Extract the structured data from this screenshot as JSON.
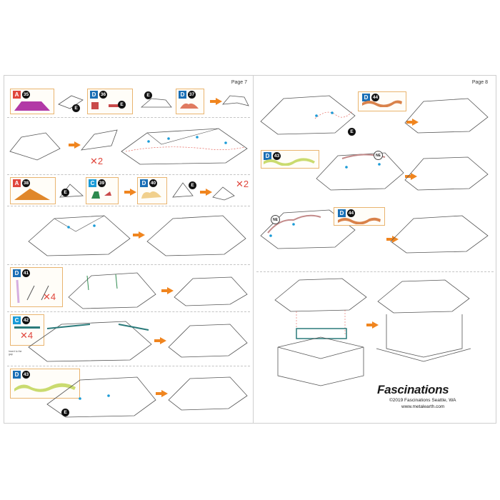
{
  "left_page": {
    "page_label": "Page 7",
    "steps": [
      {
        "parts": [
          {
            "letter": "A",
            "num": "35",
            "color": "#b239a6"
          },
          {
            "letter": "D",
            "num": "36"
          },
          {
            "letter": "D",
            "num": "37"
          }
        ],
        "labels": [
          "E",
          "E",
          "E"
        ]
      },
      {
        "multiplier": "✕2"
      },
      {
        "parts": [
          {
            "letter": "A",
            "num": "38"
          },
          {
            "letter": "C",
            "num": "39"
          },
          {
            "letter": "D",
            "num": "40"
          }
        ],
        "labels": [
          "E",
          "E"
        ],
        "multiplier": "✕2"
      },
      {},
      {
        "parts": [
          {
            "letter": "D",
            "num": "41"
          }
        ],
        "multiplier": "✕4"
      },
      {
        "parts": [
          {
            "letter": "C",
            "num": "42"
          }
        ],
        "multiplier": "✕4",
        "note": "Insert to the gap"
      },
      {
        "parts": [
          {
            "letter": "D",
            "num": "43"
          }
        ],
        "labels": [
          "E"
        ]
      }
    ]
  },
  "right_page": {
    "page_label": "Page 8",
    "steps": [
      {
        "parts": [
          {
            "letter": "D",
            "num": "44"
          }
        ],
        "labels": [
          "E"
        ]
      },
      {
        "parts": [
          {
            "letter": "D",
            "num": "43"
          }
        ],
        "labels": [
          "NE"
        ]
      },
      {
        "parts": [
          {
            "letter": "D",
            "num": "44"
          }
        ],
        "labels": [
          "NE"
        ]
      },
      {}
    ]
  },
  "colors": {
    "A": "#e0463c",
    "C": "#1a9bd7",
    "D": "#1a6fb5",
    "arrow": "#f0851f",
    "multiplier": "#e0463c"
  },
  "brand": {
    "name": "Fascinations",
    "copyright": "©2019 Fascinations Seattle, WA",
    "website": "www.metalearth.com"
  }
}
